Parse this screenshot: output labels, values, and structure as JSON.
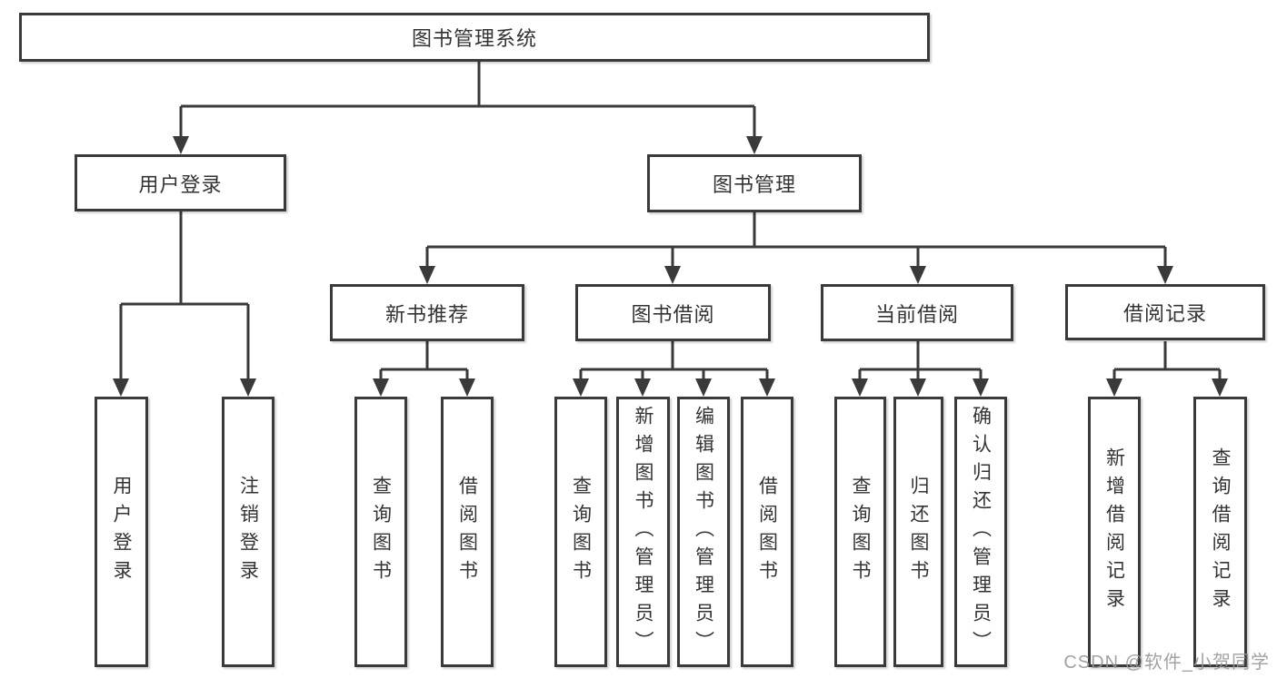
{
  "diagram": {
    "title": "图书管理系统",
    "watermark": "CSDN @软件_小贺同学",
    "colors": {
      "line": "#3a3a3a",
      "text": "#333333",
      "box_fill": "#ffffff",
      "watermark": "#989898",
      "background": "#ffffff"
    },
    "tree": {
      "label": "图书管理系统",
      "children": [
        {
          "label": "用户登录",
          "children": [
            {
              "label": "用户登录"
            },
            {
              "label": "注销登录"
            }
          ]
        },
        {
          "label": "图书管理",
          "children": [
            {
              "label": "新书推荐",
              "children": [
                {
                  "label": "查询图书"
                },
                {
                  "label": "借阅图书"
                }
              ]
            },
            {
              "label": "图书借阅",
              "children": [
                {
                  "label": "查询图书"
                },
                {
                  "label": "新增图书（管理员）"
                },
                {
                  "label": "编辑图书（管理员）"
                },
                {
                  "label": "借阅图书"
                }
              ]
            },
            {
              "label": "当前借阅",
              "children": [
                {
                  "label": "查询图书"
                },
                {
                  "label": "归还图书"
                },
                {
                  "label": "确认归还（管理员）"
                }
              ]
            },
            {
              "label": "借阅记录",
              "children": [
                {
                  "label": "新增借阅记录"
                },
                {
                  "label": "查询借阅记录"
                }
              ]
            }
          ]
        }
      ]
    }
  }
}
